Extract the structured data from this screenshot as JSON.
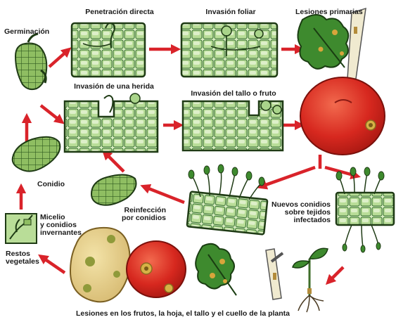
{
  "labels": {
    "germinacion": "Germinación",
    "penetracion_directa": "Penetración directa",
    "invasion_foliar": "Invasión foliar",
    "lesiones_primarias": "Lesiones primarias",
    "invasion_herida": "Invasión de una herida",
    "invasion_tallo": "Invasión del tallo o fruto",
    "conidio": "Conidio",
    "micelio_line1": "Micelio",
    "micelio_line2": "y conidios",
    "micelio_line3": "invernantes",
    "reinfeccion_line1": "Reinfección",
    "reinfeccion_line2": "por conidios",
    "nuevos_line1": "Nuevos conidios",
    "nuevos_line2": "sobre tejidos",
    "nuevos_line3": "infectados",
    "restos_line1": "Restos",
    "restos_line2": "vegetales",
    "lesiones_caption": "Lesiones en los frutos, la hoja, el tallo y el cuello de la planta"
  },
  "colors": {
    "arrow": "#d9232a",
    "tissue_light": "#d8edc0",
    "tissue_mid": "#a9d48a",
    "tissue_dark": "#2f6b2a",
    "spore": "#7fae55",
    "tomato": "#d7281f",
    "leaf": "#3e8a2e",
    "potato": "#e8d28a"
  }
}
